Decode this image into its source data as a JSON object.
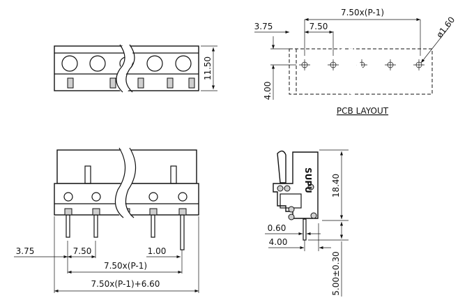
{
  "top_view": {
    "height_dim": "11.50"
  },
  "pcb_layout": {
    "title": "PCB LAYOUT",
    "pitch_total": "7.50x(P-1)",
    "pitch": "7.50",
    "edge_offset": "3.75",
    "row_offset": "4.00",
    "hole_diameter": "ø1.60"
  },
  "front_view": {
    "edge_offset": "3.75",
    "pitch": "7.50",
    "pin_width": "1.00",
    "pitch_total": "7.50x(P-1)",
    "overall_length": "7.50x(P-1)+6.60"
  },
  "side_view": {
    "height_dim": "18.40",
    "pin_thickness": "0.60",
    "pin_offset": "4.00",
    "pin_length": "5.00±0.30",
    "brand_mark": "SUPU"
  }
}
